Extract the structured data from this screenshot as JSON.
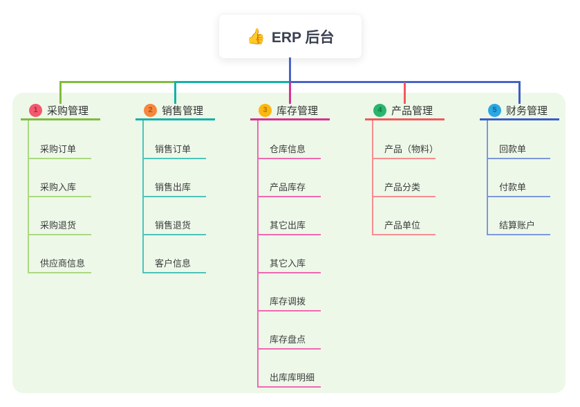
{
  "root": {
    "icon": "👍",
    "title": "ERP 后台"
  },
  "theme": {
    "canvas_bg": "#ffffff",
    "board_bg": "#edf8e9",
    "connector_blue": "#4663c8",
    "root_bg": "#ffffff",
    "root_text": "#3a4050",
    "node_text": "#333333",
    "child_text": "#3c3c3c"
  },
  "branches": [
    {
      "num": "1",
      "label": "采购管理",
      "badge_bg": "#f4586e",
      "badge_num": "#a8293f",
      "line": "#7fbc3f",
      "line_light": "#abd97f",
      "children": [
        "采购订单",
        "采购入库",
        "采购退货",
        "供应商信息"
      ]
    },
    {
      "num": "2",
      "label": "销售管理",
      "badge_bg": "#f6873d",
      "badge_num": "#b05312",
      "line": "#12b2a8",
      "line_light": "#4cc4ba",
      "children": [
        "销售订单",
        "销售出库",
        "销售退货",
        "客户信息"
      ]
    },
    {
      "num": "3",
      "label": "库存管理",
      "badge_bg": "#fcb711",
      "badge_num": "#b07a06",
      "line": "#d93090",
      "line_light": "#f167b0",
      "children": [
        "仓库信息",
        "产品库存",
        "其它出库",
        "其它入库",
        "库存调拨",
        "库存盘点",
        "出库库明细"
      ]
    },
    {
      "num": "4",
      "label": "产品管理",
      "badge_bg": "#29b56d",
      "badge_num": "#0f7a45",
      "line": "#f2595e",
      "line_light": "#f68d90",
      "children": [
        "产品（物料）",
        "产品分类",
        "产品单位"
      ]
    },
    {
      "num": "5",
      "label": "财务管理",
      "badge_bg": "#2ba7e2",
      "badge_num": "#1268a0",
      "line": "#3b5cc3",
      "line_light": "#7e97da",
      "children": [
        "回款单",
        "付款单",
        "结算账户"
      ]
    }
  ]
}
